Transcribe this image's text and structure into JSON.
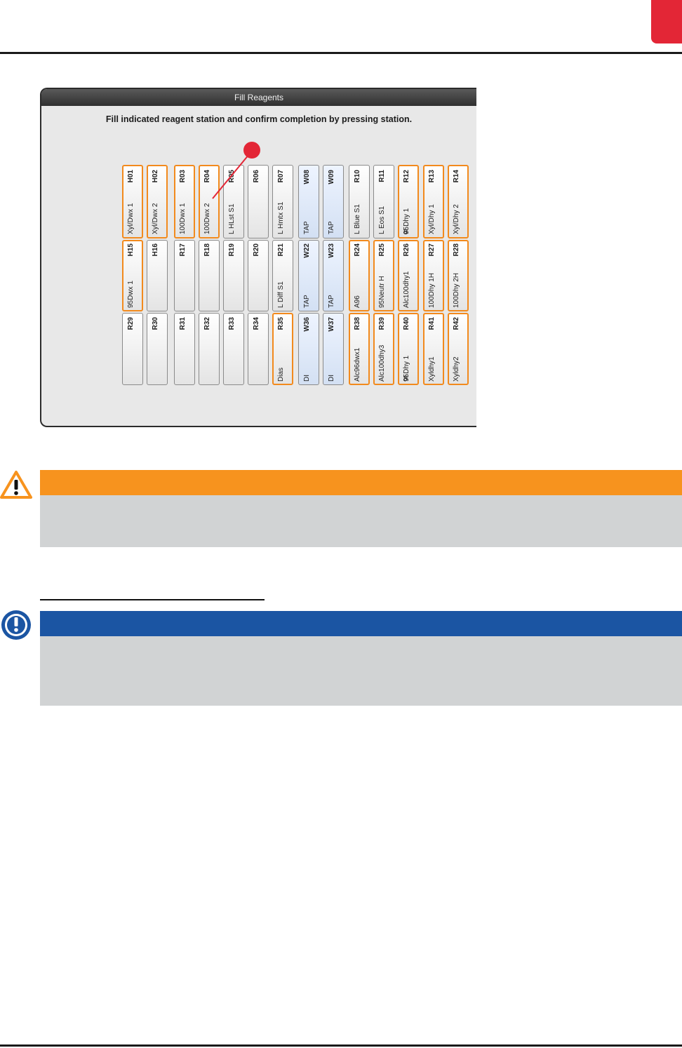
{
  "screen": {
    "title": "Fill Reagents",
    "message": "Fill indicated reagent station and confirm completion by pressing station."
  },
  "callout": {
    "color": "#e32636"
  },
  "colors": {
    "highlight": "#f28a1d",
    "warning": "#f7931e",
    "note": "#1b55a3",
    "chapter_tab": "#e32636"
  },
  "stations": [
    [
      {
        "id": "H01",
        "name": "Xyl/Dwx 1",
        "highlight": true
      },
      {
        "id": "H02",
        "name": "Xyl/Dwx 2",
        "highlight": true
      },
      {
        "id": "R03",
        "name": "100Dwx 1",
        "highlight": true
      },
      {
        "id": "R04",
        "name": "100Dwx 2",
        "highlight": true
      },
      {
        "id": "R05",
        "name": "L HLst S1",
        "highlight": false
      },
      {
        "id": "R06",
        "name": "",
        "highlight": false
      },
      {
        "id": "R07",
        "name": "L Hmtx S1",
        "highlight": false
      },
      {
        "id": "W08",
        "name": "TAP",
        "highlight": false,
        "water": true
      },
      {
        "id": "W09",
        "name": "TAP",
        "highlight": false,
        "water": true
      },
      {
        "id": "R10",
        "name": "L Blue S1",
        "highlight": false
      },
      {
        "id": "R11",
        "name": "L Eos S1",
        "highlight": false
      },
      {
        "id": "R12",
        "name": "95Dhy 1",
        "highlight": true,
        "mark": "8"
      },
      {
        "id": "R13",
        "name": "Xyl/Dhy 1",
        "highlight": true
      },
      {
        "id": "R14",
        "name": "Xyl/Dhy 2",
        "highlight": true
      }
    ],
    [
      {
        "id": "H15",
        "name": "95Dwx 1",
        "highlight": true
      },
      {
        "id": "H16",
        "name": "",
        "highlight": false
      },
      {
        "id": "R17",
        "name": "",
        "highlight": false
      },
      {
        "id": "R18",
        "name": "",
        "highlight": false
      },
      {
        "id": "R19",
        "name": "",
        "highlight": false
      },
      {
        "id": "R20",
        "name": "",
        "highlight": false
      },
      {
        "id": "R21",
        "name": "L Diff S1",
        "highlight": false
      },
      {
        "id": "W22",
        "name": "TAP",
        "highlight": false,
        "water": true
      },
      {
        "id": "W23",
        "name": "TAP",
        "highlight": false,
        "water": true
      },
      {
        "id": "R24",
        "name": "A96",
        "highlight": true
      },
      {
        "id": "R25",
        "name": "95Neutr H",
        "highlight": true
      },
      {
        "id": "R26",
        "name": "Alc100dhy1",
        "highlight": true
      },
      {
        "id": "R27",
        "name": "100Dhy 1H",
        "highlight": true
      },
      {
        "id": "R28",
        "name": "100Dhy 2H",
        "highlight": true
      }
    ],
    [
      {
        "id": "R29",
        "name": "",
        "highlight": false
      },
      {
        "id": "R30",
        "name": "",
        "highlight": false
      },
      {
        "id": "R31",
        "name": "",
        "highlight": false
      },
      {
        "id": "R32",
        "name": "",
        "highlight": false
      },
      {
        "id": "R33",
        "name": "",
        "highlight": false
      },
      {
        "id": "R34",
        "name": "",
        "highlight": false
      },
      {
        "id": "R35",
        "name": "Dias",
        "highlight": true
      },
      {
        "id": "W36",
        "name": "DI",
        "highlight": false,
        "water": true
      },
      {
        "id": "W37",
        "name": "DI",
        "highlight": false,
        "water": true
      },
      {
        "id": "R38",
        "name": "Alc96dwx1",
        "highlight": true
      },
      {
        "id": "R39",
        "name": "Alc100dhy3",
        "highlight": true
      },
      {
        "id": "R40",
        "name": "95Dhy 1",
        "highlight": true,
        "mark": "8"
      },
      {
        "id": "R41",
        "name": "Xyldhy1",
        "highlight": true
      },
      {
        "id": "R42",
        "name": "Xyldhy2",
        "highlight": true
      }
    ]
  ]
}
